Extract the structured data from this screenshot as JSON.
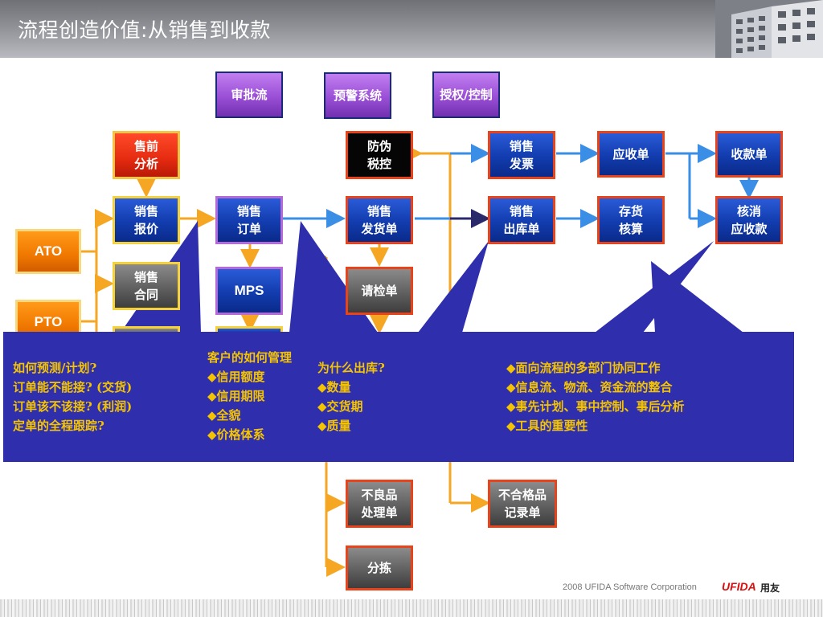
{
  "header": {
    "title": "流程创造价值:从销售到收款"
  },
  "boxes": {
    "approval_flow": "审批流",
    "alert_system": "预警系统",
    "authorization": "授权/控制",
    "presales_analysis": "售前\n分析",
    "anti_counterfeit": "防伪\n税控",
    "sales_invoice": "销售\n发票",
    "receivable_bill": "应收单",
    "receipt_bill": "收款单",
    "sales_quote": "销售\n报价",
    "sales_order": "销售\n订单",
    "sales_delivery": "销售\n发货单",
    "sales_outbound": "销售\n出库单",
    "inventory_accounting": "存货\n核算",
    "verify_receivable": "核消\n应收款",
    "ato": "ATO",
    "pto": "PTO",
    "sales_contract": "销售\n合同",
    "mps": "MPS",
    "inspection_request": "请检单",
    "defect_handling": "不良品\n处理单",
    "nonconforming_record": "不合格品\n记录单",
    "sorting": "分拣"
  },
  "callouts": {
    "col1": "如何预测/计划?\n订单能不能接? (交货)\n订单该不该接? (利润)\n定单的全程跟踪?",
    "col2": "客户的如何管理\n◆信用额度\n◆信用期限\n◆全貌\n◆价格体系",
    "col3": "为什么出库?\n◆数量\n◆交货期\n◆质量",
    "col4": "◆面向流程的多部门协同工作\n◆信息流、物流、资金流的整合\n◆事先计划、事中控制、事后分析\n◆工具的重要性"
  },
  "footer": {
    "copyright": "2008 UFIDA Software Corporation",
    "logo_text": "UFIDA",
    "logo_cn": "用友"
  },
  "colors": {
    "box_blue": "#123cae",
    "border_red": "#e8431a",
    "arrow_orange": "#f5a623",
    "arrow_blue": "#3a8ee6",
    "callout_bg": "#2f2fae",
    "callout_text": "#f5c400"
  }
}
